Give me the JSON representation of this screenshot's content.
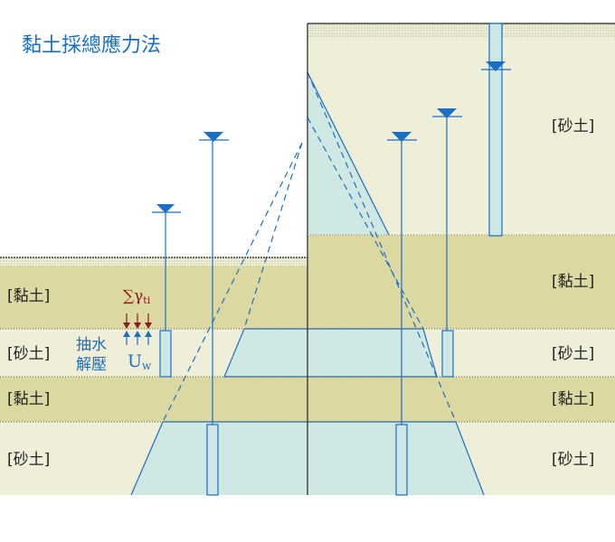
{
  "title": "黏土採總應力法",
  "labels": {
    "left_clay_1": "[黏土]",
    "left_sand_1": "[砂土]",
    "left_clay_2": "[黏土]",
    "left_sand_2": "[砂土]",
    "right_sand_top": "[砂土]",
    "right_clay_1": "[黏土]",
    "right_sand_1": "[砂土]",
    "right_clay_2": "[黏土]",
    "right_sand_2": "[砂土]"
  },
  "annotations": {
    "pumping_line1": "抽水",
    "pumping_line2": "解壓",
    "sigma_gamma": "∑γ",
    "sigma_gamma_sub": "ti",
    "u_main": "U",
    "u_sub": "w"
  },
  "colors": {
    "sand": "#efeed8",
    "clay": "#dcd8a2",
    "water_fill": "#cce7e4",
    "blue": "#1a6fc4",
    "dark_red": "#8b1a1a",
    "ground_edge": "#222222"
  }
}
